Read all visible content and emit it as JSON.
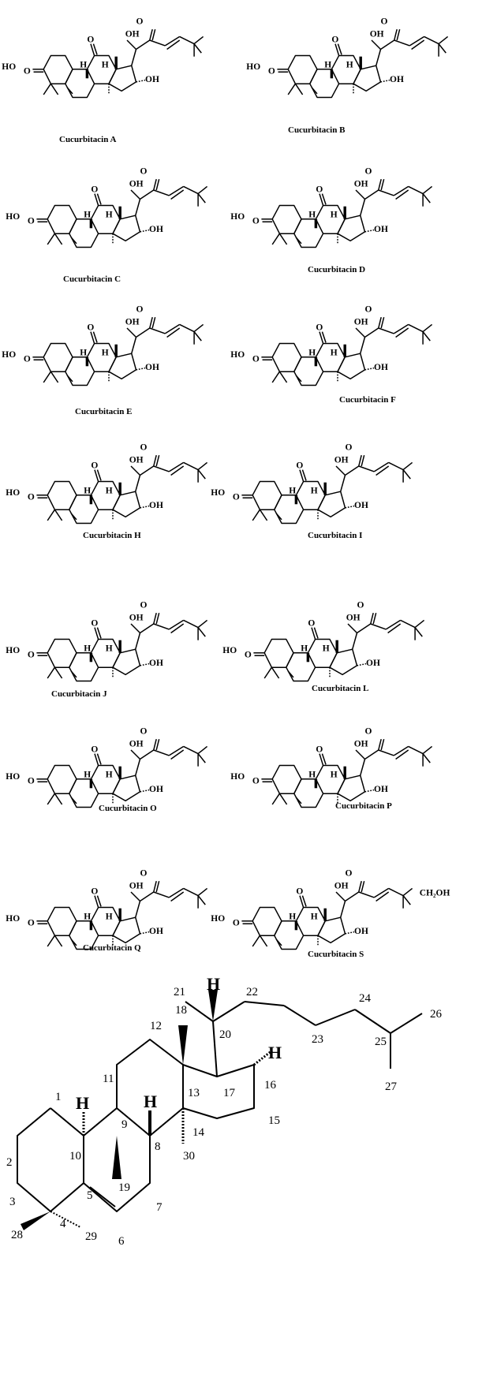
{
  "figure": {
    "compounds": [
      {
        "name": "Cucurbitacin A"
      },
      {
        "name": "Cucurbitacin B"
      },
      {
        "name": "Cucurbitacin C"
      },
      {
        "name": "Cucurbitacin D"
      },
      {
        "name": "Cucurbitacin E"
      },
      {
        "name": "Cucurbitacin F"
      },
      {
        "name": "Cucurbitacin H"
      },
      {
        "name": "Cucurbitacin I"
      },
      {
        "name": "Cucurbitacin J"
      },
      {
        "name": "Cucurbitacin L"
      },
      {
        "name": "Cucurbitacin O"
      },
      {
        "name": "Cucurbitacin P"
      },
      {
        "name": "Cucurbitacin Q"
      },
      {
        "name": "Cucurbitacin S"
      }
    ],
    "atom_labels": {
      "oh": "OH",
      "ho": "HO",
      "o": "O",
      "h": "H",
      "ch2oh": "CH₂OH"
    },
    "skeleton": {
      "numbers": [
        "1",
        "2",
        "3",
        "4",
        "5",
        "6",
        "7",
        "8",
        "9",
        "10",
        "11",
        "12",
        "13",
        "14",
        "15",
        "16",
        "17",
        "18",
        "19",
        "20",
        "21",
        "22",
        "23",
        "24",
        "25",
        "26",
        "27",
        "28",
        "29",
        "30"
      ],
      "h_label": "H"
    }
  }
}
